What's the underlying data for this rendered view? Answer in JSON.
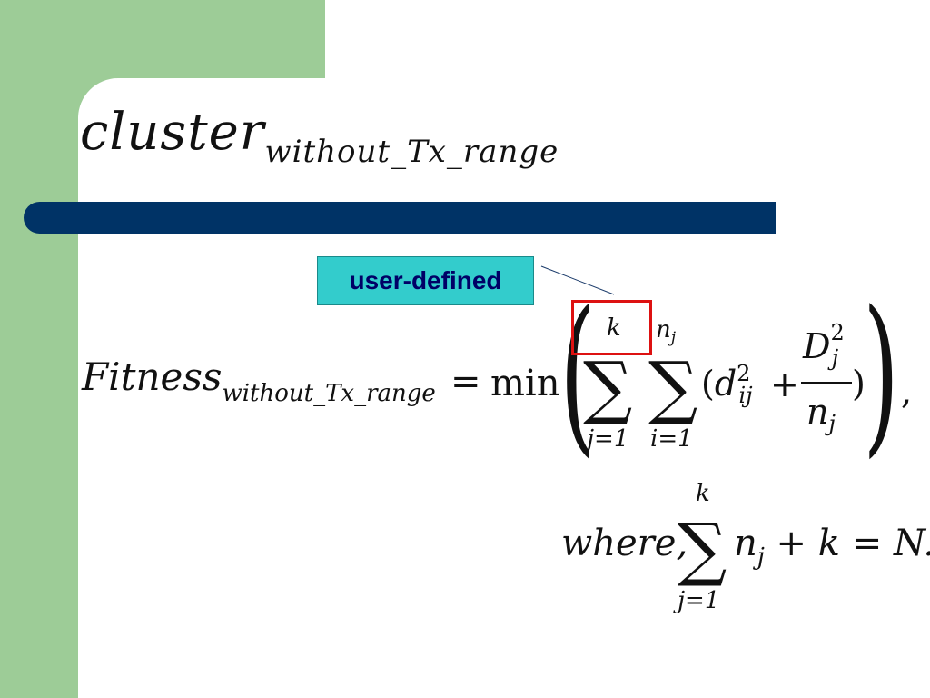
{
  "title": {
    "main": "cluster",
    "subscript": "without_Tx_range"
  },
  "callout": {
    "label": "user-defined"
  },
  "equation": {
    "lhs": "Fitness",
    "lhs_subscript": "without_Tx_range",
    "equals": "=",
    "operator": "min",
    "sigma": "∑",
    "outer_sum_upper": "k",
    "outer_sum_lower": "j=1",
    "inner_sum_upper": "n",
    "inner_sum_upper_subscript": "j",
    "inner_sum_lower": "i=1",
    "open_paren": "(",
    "d_term": "d",
    "d_superscript": "2",
    "d_subscript": "ij",
    "plus": "+",
    "numerator": "D",
    "numerator_superscript": "2",
    "numerator_subscript": "j",
    "denominator": "n",
    "denominator_subscript": "j",
    "close_paren": ")",
    "comma": ","
  },
  "constraint": {
    "prefix": "where,",
    "sum_upper": "k",
    "sum_lower": "j=1",
    "body": "n",
    "body_subscript": "j",
    "tail": " + k = N."
  },
  "colors": {
    "green_band": "#9dcc97",
    "title_bar": "#003366",
    "callout_fill": "#33cccc",
    "callout_text": "#000066",
    "highlight_border": "#dd1111"
  }
}
